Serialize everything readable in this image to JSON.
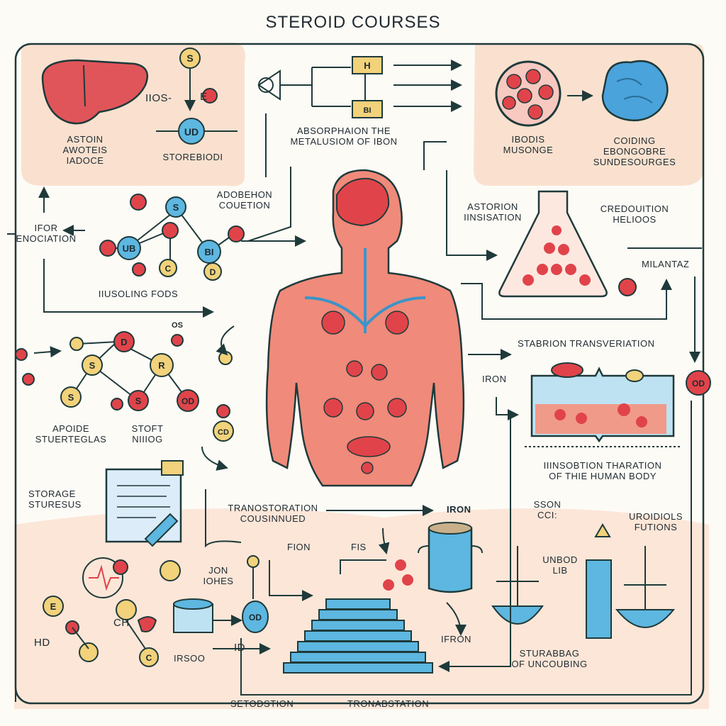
{
  "title": "STEROID COURSES",
  "labels": {
    "liver": [
      "ASTOIN",
      "AWOTEIS",
      "IADOCE"
    ],
    "ios": "IIOS-",
    "e_node": "E",
    "ud_node": "UD",
    "storebodi": "STOREBIODI",
    "absorption_title": [
      "ABSORPHAION THE",
      "METALUSIOM OF IBON"
    ],
    "cells": [
      "IBODIS",
      "MUSONGE"
    ],
    "coiding": [
      "COIDING",
      "EBONGOBRE",
      "SUNDESOURGES"
    ],
    "adobehon": [
      "ADOBEHON",
      "COUETION"
    ],
    "iron_enocation": [
      "IFOR",
      "ENOCIATION"
    ],
    "astorion": [
      "ASTORION",
      "IINSISATION"
    ],
    "credouition": [
      "CREDOUITION",
      "HELIOOS"
    ],
    "milantaz": "MILANTAZ",
    "insouling": "IIUSOLING FODS",
    "stabrion": "STABRION TRANSVERIATION",
    "iron_mid": "IRON",
    "od_right": "OD",
    "apoide": [
      "APOIDE",
      "STUERTEGLAS"
    ],
    "stoft": [
      "STOFT",
      "NIIIOG"
    ],
    "storage_left": [
      "STORAGE",
      "STURESUS"
    ],
    "insobtion": [
      "IIINSOBTION THARATION",
      "OF THIE HUMAN BODY"
    ],
    "transtoration": [
      "TRANOSTORATION",
      "COUSINNUED"
    ],
    "iron_bottom": "IRON",
    "fion": "FION",
    "fis": "FIS",
    "sson": [
      "SSON",
      "CCI:"
    ],
    "uroidols": [
      "UROIDIOLS",
      "FUTIONS"
    ],
    "unbod": [
      "UNBOD",
      "LIB"
    ],
    "join": [
      "JON",
      "IOHES"
    ],
    "ch": "CH",
    "hd": "HD",
    "id": "ID",
    "irsoo": "IRSOO",
    "ifron": "IFRON",
    "sturabbag": [
      "STURABBAG",
      "OF UNCOUBING"
    ],
    "setodstion": "SETODSTION",
    "tronabstation": "TRONABSTATION",
    "od_small": "OD",
    "cd_small": "CD",
    "ub_node": "UB",
    "bi_node": "BI",
    "s_node": "S",
    "c_node": "C",
    "d_node": "D",
    "r_node": "R",
    "bi_box": "BI",
    "h_box": "H",
    "oe_mol": "OS"
  },
  "colors": {
    "red": "#e0444a",
    "peach": "#f9dcc8",
    "blue": "#5db7e0",
    "yellow": "#f2d27a",
    "line": "#1f3a3a"
  },
  "icons": [
    "liver-icon",
    "human-body-icon",
    "flask-icon",
    "cell-icon",
    "brain-cluster-icon",
    "clipboard-icon",
    "pot-icon",
    "scale-icon",
    "book-icon",
    "stack-icon",
    "syringe-icon"
  ]
}
